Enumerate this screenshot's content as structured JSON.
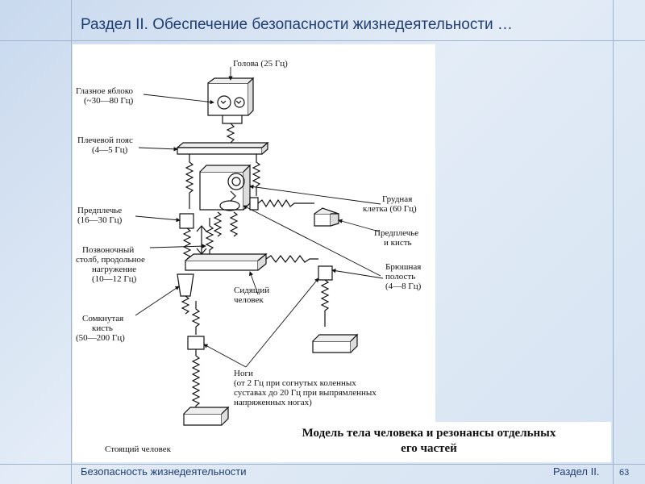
{
  "slide": {
    "title": "Раздел II. Обеспечение безопасности жизнедеятельности …",
    "footer_left": "Безопасность жизнедеятельности",
    "footer_right": "Раздел II.",
    "page_number": "63"
  },
  "figure": {
    "caption_line1": "Модель тела человека и резонансы отдельных",
    "caption_line2": "его частей",
    "labels": {
      "head": "Голова (25 Гц)",
      "eyeball_1": "Глазное яблоко",
      "eyeball_2": "(~30—80 Гц)",
      "shoulder_1": "Плечевой пояс",
      "shoulder_2": "(4—5 Гц)",
      "forearm_1": "Предплечье",
      "forearm_2": "(16—30 Гц)",
      "spine_1": "Позвоночный",
      "spine_2": "столб, продольное",
      "spine_3": "нагружение",
      "spine_4": "(10—12 Гц)",
      "fist_1": "Сомкнутая",
      "fist_2": "кисть",
      "fist_3": "(50—200 Гц)",
      "chest_1": "Грудная",
      "chest_2": "клетка (60 Гц)",
      "forearm_hand_1": "Предплечье",
      "forearm_hand_2": "и кисть",
      "abdomen_1": "Брюшная",
      "abdomen_2": "полость",
      "abdomen_3": "(4—8 Гц)",
      "sitting_1": "Сидящий",
      "sitting_2": "человек",
      "legs_1": "Ноги",
      "legs_2": "(от 2 Гц при согнутых коленных",
      "legs_3": "суставах до 20 Гц при выпрямленных",
      "legs_4": "напряженных ногах)",
      "standing": "Стоящий человек"
    }
  }
}
